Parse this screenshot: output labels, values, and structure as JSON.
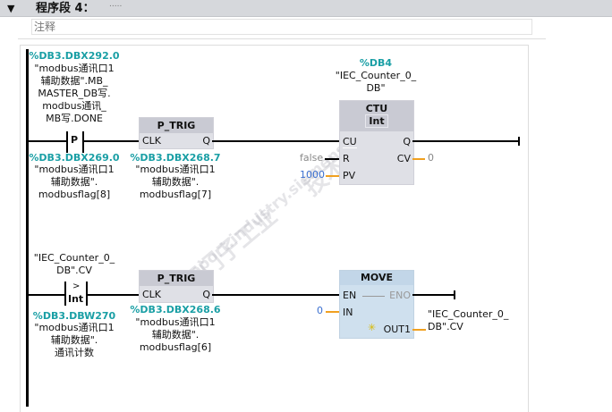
{
  "network": {
    "title": "程序段 4：",
    "title_dots": ".....",
    "comment_placeholder": "注释"
  },
  "rung1": {
    "contact": {
      "type": "P",
      "addr": "%DB3.DBX292.0",
      "name_lines": [
        "\"modbus通讯口1",
        "辅助数据\".MB_",
        "MASTER_DB写.",
        "modbus通讯_",
        "MB写.DONE"
      ],
      "flag_addr": "%DB3.DBX269.0",
      "flag_lines": [
        "\"modbus通讯口1",
        "辅助数据\".",
        "modbusflag[8]"
      ]
    },
    "ptrig": {
      "title": "P_TRIG",
      "in": "CLK",
      "out": "Q",
      "addr": "%DB3.DBX268.7",
      "lines": [
        "\"modbus通讯口1",
        "辅助数据\".",
        "modbusflag[7]"
      ]
    },
    "ctu": {
      "addr": "%DB4",
      "name_lines": [
        "\"IEC_Counter_0_",
        "DB\""
      ],
      "title": "CTU",
      "type": "Int",
      "pins": {
        "cu": "CU",
        "r": "R",
        "pv": "PV",
        "q": "Q",
        "cv": "CV"
      },
      "r_val": "false",
      "pv_val": "1000",
      "cv_val": "0"
    }
  },
  "rung2": {
    "contact": {
      "op": ">",
      "type": "Int",
      "top_lines": [
        "\"IEC_Counter_0_",
        "DB\".CV"
      ],
      "addr": "%DB3.DBW270",
      "lines": [
        "\"modbus通讯口1",
        "辅助数据\".",
        "通讯计数"
      ]
    },
    "ptrig": {
      "title": "P_TRIG",
      "in": "CLK",
      "out": "Q",
      "addr": "%DB3.DBX268.6",
      "lines": [
        "\"modbus通讯口1",
        "辅助数据\".",
        "modbusflag[6]"
      ]
    },
    "move": {
      "title": "MOVE",
      "en": "EN",
      "eno": "ENO",
      "in": "IN",
      "out": "OUT1",
      "in_val": "0",
      "out_lines": [
        "\"IEC_Counter_0_",
        "DB\".CV"
      ]
    }
  },
  "watermark": [
    "西门子工业",
    "技术论坛",
    "support.industry.siemens.com/cs"
  ],
  "colors": {
    "address": "#1a9fa5",
    "param_wire": "#f0a020",
    "value_blue": "#3a6fd0"
  }
}
